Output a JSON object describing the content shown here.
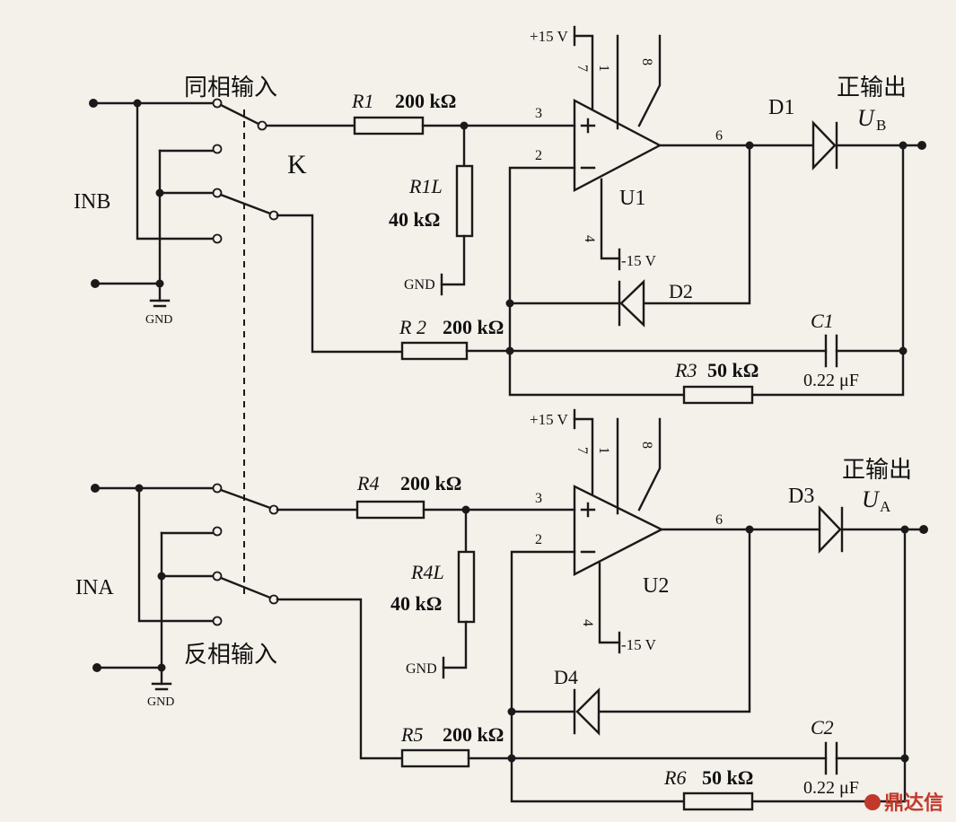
{
  "inputs": {
    "inb": "INB",
    "ina": "INA"
  },
  "labels": {
    "in_phase": "同相输入",
    "inverting": "反相输入",
    "switch": "K",
    "gnd": "GND",
    "pos_out": "正输出"
  },
  "top": {
    "amp": "U1",
    "vplus": "+15 V",
    "vminus": "-15 V",
    "pins": {
      "p3": "3",
      "p2": "2",
      "p6": "6",
      "p4": "4",
      "p7": "7",
      "p1": "1",
      "p8": "8"
    },
    "r1": {
      "name": "R1",
      "value": "200 kΩ"
    },
    "r1l": {
      "name": "R1L",
      "value": "40 kΩ"
    },
    "r2": {
      "name": "R 2",
      "value": "200 kΩ"
    },
    "r3": {
      "name": "R3",
      "value": "50 kΩ"
    },
    "c1": {
      "name": "C1",
      "value": "0.22 μF"
    },
    "d1": "D1",
    "d2": "D2",
    "out": "U",
    "out_sub": "B"
  },
  "bottom": {
    "amp": "U2",
    "vplus": "+15 V",
    "vminus": "-15 V",
    "pins": {
      "p3": "3",
      "p2": "2",
      "p6": "6",
      "p4": "4",
      "p7": "7",
      "p1": "1",
      "p8": "8"
    },
    "r4": {
      "name": "R4",
      "value": "200 kΩ"
    },
    "r4l": {
      "name": "R4L",
      "value": "40 kΩ"
    },
    "r5": {
      "name": "R5",
      "value": "200 kΩ"
    },
    "r6": {
      "name": "R6",
      "value": "50 kΩ"
    },
    "c2": {
      "name": "C2",
      "value": "0.22 μF"
    },
    "d3": "D3",
    "d4": "D4",
    "out": "U",
    "out_sub": "A"
  },
  "watermark": "鼎达信"
}
